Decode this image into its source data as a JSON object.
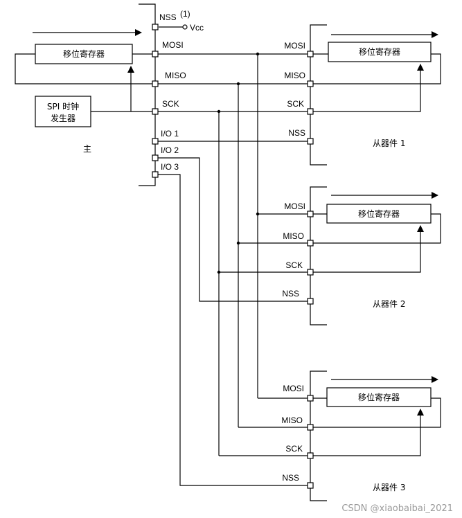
{
  "master": {
    "label": "主",
    "shift_register": "移位寄存器",
    "clock_gen_line1": "SPI 时钟",
    "clock_gen_line2": "发生器",
    "pins": {
      "nss": "NSS",
      "nss_note": "(1)",
      "vcc": "Vcc",
      "mosi": "MOSI",
      "miso": "MISO",
      "sck": "SCK",
      "io1": "I/O 1",
      "io2": "I/O 2",
      "io3": "I/O 3"
    }
  },
  "slaves": [
    {
      "label": "从器件 1",
      "shift_register": "移位寄存器",
      "mosi": "MOSI",
      "miso": "MISO",
      "sck": "SCK",
      "nss": "NSS"
    },
    {
      "label": "从器件 2",
      "shift_register": "移位寄存器",
      "mosi": "MOSI",
      "miso": "MISO",
      "sck": "SCK",
      "nss": "NSS"
    },
    {
      "label": "从器件 3",
      "shift_register": "移位寄存器",
      "mosi": "MOSI",
      "miso": "MISO",
      "sck": "SCK",
      "nss": "NSS"
    }
  ],
  "watermark": "CSDN @xiaobaibai_2021"
}
